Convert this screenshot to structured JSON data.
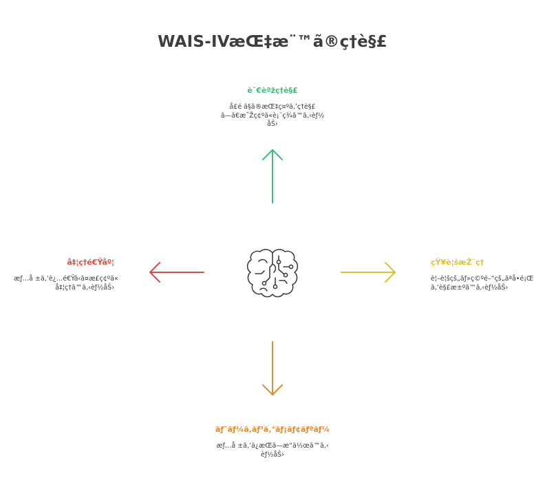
{
  "title": "WAIS-IVæŒ‡æ¨™ã®ç†è§£",
  "colors": {
    "verbal": "#3dbf7a",
    "processing": "#dd4b45",
    "perceptual": "#d9c32a",
    "working": "#e08b2d",
    "icon": "#3d3d3d",
    "text": "#3d3d3d"
  },
  "nodes": {
    "verbal": {
      "title": "è¨€èªžç†è§£",
      "desc_lines": [
        "å£é ­ã§ã®æŒ‡ç¤ºã‚’ç†è§£",
        "ã—ã€æ˜Žç¢ºã«è¡¨ç¾ã™ã‚‹èƒ½",
        "åŠ›"
      ]
    },
    "processing": {
      "title": "å‡¦ç†é€Ÿåº¦",
      "desc_lines": [
        "æƒ…å ±ã‚’è¿…é€Ÿã‹ã¤æ­£ç¢ºã«",
        "å‡¦ç†ã™ã‚‹èƒ½åŠ›"
      ]
    },
    "perceptual": {
      "title": "çŸ¥è¦šæŽ¨ç†",
      "desc_lines": [
        "è¦–è¦šçš„ãƒ»ç©ºé–“çš„ãªå•é¡Œ",
        "ã‚’è§£æ±ºã™ã‚‹èƒ½åŠ›"
      ]
    },
    "working": {
      "title": "ãƒ¯ãƒ¼ã‚­ãƒ³ã‚°ãƒ¡ãƒ¢ãƒªãƒ¼",
      "desc_lines": [
        "æƒ…å ±ã‚’ä¿æŒã—æ“ä½œã™ã‚‹",
        "èƒ½åŠ›"
      ]
    }
  },
  "icons": {
    "center": "brain-circuit-icon",
    "up": "arrow-up-icon",
    "left": "arrow-left-icon",
    "right": "arrow-right-icon",
    "down": "arrow-down-icon"
  }
}
